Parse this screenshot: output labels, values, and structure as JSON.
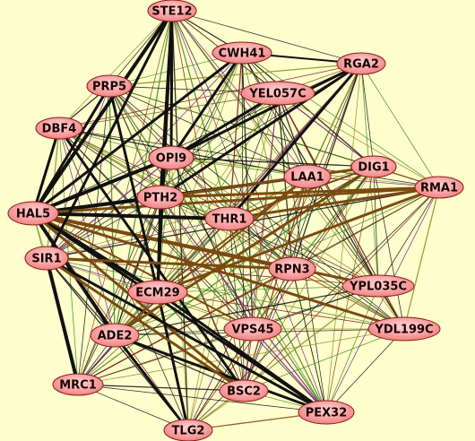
{
  "colors": {
    "background": "#fffecd",
    "node_fill_light": "#ffd4d4",
    "node_fill_dark": "#f07c7c",
    "node_stroke": "#8b1a1a",
    "edge_black": "#111111",
    "edge_green": "#3f8a1a",
    "edge_olive": "#8c8c22",
    "edge_brown": "#7a4a10",
    "edge_maroon": "#7a1010",
    "edge_purple": "#7a1f8a"
  },
  "nodes": [
    {
      "id": "STE12",
      "label": "STE12"
    },
    {
      "id": "CWH41",
      "label": "CWH41"
    },
    {
      "id": "RGA2",
      "label": "RGA2"
    },
    {
      "id": "PRP5",
      "label": "PRP5"
    },
    {
      "id": "YEL057C",
      "label": "YEL057C"
    },
    {
      "id": "DBF4",
      "label": "DBF4"
    },
    {
      "id": "OPI9",
      "label": "OPI9"
    },
    {
      "id": "DIG1",
      "label": "DIG1"
    },
    {
      "id": "LAA1",
      "label": "LAA1"
    },
    {
      "id": "RMA1",
      "label": "RMA1"
    },
    {
      "id": "PTH2",
      "label": "PTH2"
    },
    {
      "id": "HAL5",
      "label": "HAL5"
    },
    {
      "id": "THR1",
      "label": "THR1"
    },
    {
      "id": "SIR1",
      "label": "SIR1"
    },
    {
      "id": "RPN3",
      "label": "RPN3"
    },
    {
      "id": "YPL035C",
      "label": "YPL035C"
    },
    {
      "id": "ECM29",
      "label": "ECM29"
    },
    {
      "id": "ADE2",
      "label": "ADE2"
    },
    {
      "id": "VPS45",
      "label": "VPS45"
    },
    {
      "id": "YDL199C",
      "label": "YDL199C"
    },
    {
      "id": "MRC1",
      "label": "MRC1"
    },
    {
      "id": "BSC2",
      "label": "BSC2"
    },
    {
      "id": "PEX32",
      "label": "PEX32"
    },
    {
      "id": "TLG2",
      "label": "TLG2"
    }
  ],
  "heavy_edges": [
    {
      "from": "HAL5",
      "to": "STE12",
      "color": "black",
      "weight": 4
    },
    {
      "from": "HAL5",
      "to": "CWH41",
      "color": "black",
      "weight": 3
    },
    {
      "from": "HAL5",
      "to": "OPI9",
      "color": "black",
      "weight": 4
    },
    {
      "from": "HAL5",
      "to": "PTH2",
      "color": "black",
      "weight": 4
    },
    {
      "from": "HAL5",
      "to": "THR1",
      "color": "black",
      "weight": 4
    },
    {
      "from": "HAL5",
      "to": "ECM29",
      "color": "black",
      "weight": 4
    },
    {
      "from": "HAL5",
      "to": "ADE2",
      "color": "black",
      "weight": 4
    },
    {
      "from": "HAL5",
      "to": "PRP5",
      "color": "black",
      "weight": 3
    },
    {
      "from": "HAL5",
      "to": "DBF4",
      "color": "black",
      "weight": 3
    },
    {
      "from": "HAL5",
      "to": "LAA1",
      "color": "black",
      "weight": 3
    },
    {
      "from": "HAL5",
      "to": "PEX32",
      "color": "black",
      "weight": 3
    },
    {
      "from": "HAL5",
      "to": "RMA1",
      "color": "brown",
      "weight": 3
    },
    {
      "from": "HAL5",
      "to": "RPN3",
      "color": "brown",
      "weight": 4
    },
    {
      "from": "HAL5",
      "to": "YPL035C",
      "color": "brown",
      "weight": 3
    },
    {
      "from": "HAL5",
      "to": "YDL199C",
      "color": "brown",
      "weight": 3
    },
    {
      "from": "HAL5",
      "to": "BSC2",
      "color": "brown",
      "weight": 3
    },
    {
      "from": "HAL5",
      "to": "VPS45",
      "color": "brown",
      "weight": 2
    },
    {
      "from": "STE12",
      "to": "OPI9",
      "color": "black",
      "weight": 3
    },
    {
      "from": "STE12",
      "to": "SIR1",
      "color": "black",
      "weight": 3
    },
    {
      "from": "STE12",
      "to": "PTH2",
      "color": "black",
      "weight": 3
    },
    {
      "from": "STE12",
      "to": "ECM29",
      "color": "black",
      "weight": 3
    },
    {
      "from": "RGA2",
      "to": "OPI9",
      "color": "black",
      "weight": 3
    },
    {
      "from": "RGA2",
      "to": "PTH2",
      "color": "black",
      "weight": 3
    },
    {
      "from": "RGA2",
      "to": "THR1",
      "color": "black",
      "weight": 3
    },
    {
      "from": "RGA2",
      "to": "CWH41",
      "color": "black",
      "weight": 2
    },
    {
      "from": "OPI9",
      "to": "CWH41",
      "color": "black",
      "weight": 3
    },
    {
      "from": "OPI9",
      "to": "YEL057C",
      "color": "black",
      "weight": 3
    },
    {
      "from": "PTH2",
      "to": "LAA1",
      "color": "black",
      "weight": 3
    },
    {
      "from": "PTH2",
      "to": "RMA1",
      "color": "brown",
      "weight": 3
    },
    {
      "from": "PTH2",
      "to": "DIG1",
      "color": "brown",
      "weight": 3
    },
    {
      "from": "THR1",
      "to": "RMA1",
      "color": "brown",
      "weight": 3
    },
    {
      "from": "THR1",
      "to": "DIG1",
      "color": "brown",
      "weight": 2
    },
    {
      "from": "ECM29",
      "to": "PEX32",
      "color": "black",
      "weight": 3
    },
    {
      "from": "ECM29",
      "to": "TLG2",
      "color": "black",
      "weight": 3
    },
    {
      "from": "ADE2",
      "to": "PEX32",
      "color": "black",
      "weight": 3
    },
    {
      "from": "ADE2",
      "to": "TLG2",
      "color": "black",
      "weight": 3
    },
    {
      "from": "SIR1",
      "to": "MRC1",
      "color": "black",
      "weight": 4
    },
    {
      "from": "SIR1",
      "to": "PEX32",
      "color": "black",
      "weight": 3
    },
    {
      "from": "SIR1",
      "to": "BSC2",
      "color": "brown",
      "weight": 3
    },
    {
      "from": "DBF4",
      "to": "BSC2",
      "color": "black",
      "weight": 3
    },
    {
      "from": "PRP5",
      "to": "ECM29",
      "color": "black",
      "weight": 3
    },
    {
      "from": "PTH2",
      "to": "ECM29",
      "color": "black",
      "weight": 3
    },
    {
      "from": "SIR1",
      "to": "RPN3",
      "color": "brown",
      "weight": 3
    },
    {
      "from": "ECM29",
      "to": "RMA1",
      "color": "brown",
      "weight": 3
    },
    {
      "from": "ADE2",
      "to": "DIG1",
      "color": "brown",
      "weight": 3
    },
    {
      "from": "ECM29",
      "to": "LAA1",
      "color": "brown",
      "weight": 2
    },
    {
      "from": "ADE2",
      "to": "LAA1",
      "color": "brown",
      "weight": 2
    }
  ],
  "light_edge_colors": [
    "black",
    "black",
    "black",
    "green",
    "olive",
    "brown",
    "maroon",
    "purple",
    "black",
    "olive",
    "green",
    "black"
  ]
}
